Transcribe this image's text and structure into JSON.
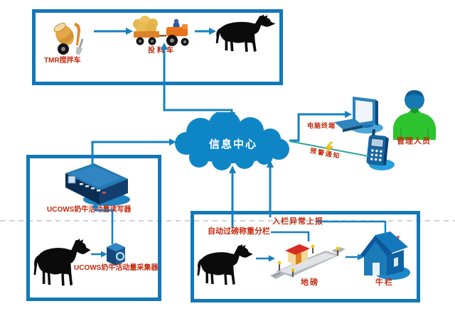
{
  "cloud": {
    "label": "信息中心"
  },
  "top_box": {
    "mixer_label": "TMR搅拌车",
    "truck_label": "投料车"
  },
  "right_side": {
    "terminal_label": "电脑终端",
    "alert_label": "预警通知",
    "manager_label": "管理人员"
  },
  "left_box": {
    "reader_label": "UCOWS奶牛活动量读写器",
    "collector_label": "UCOWS奶牛活动量采集器"
  },
  "bottom_box": {
    "report_label": "入栏异常上报",
    "sorting_label": "自动过磅称重分栏",
    "scale_label": "地磅",
    "pen_label": "牛栏"
  },
  "colors": {
    "primary_blue": "#1580bf",
    "border_blue": "#1478b6",
    "cloud_blue": "#0e86c6",
    "label_red": "#c5290f",
    "teal_line": "#2aa79b",
    "person_green": "#2ec430",
    "lightning_yellow": "#f5c518"
  },
  "icons": [
    "cement-mixer-icon",
    "feed-truck-icon",
    "cow-icon",
    "cloud-icon",
    "computer-terminal-icon",
    "manager-person-icon",
    "mobile-phone-icon",
    "lightning-icon",
    "reader-device-icon",
    "collector-device-icon",
    "weighbridge-icon",
    "barn-icon"
  ]
}
